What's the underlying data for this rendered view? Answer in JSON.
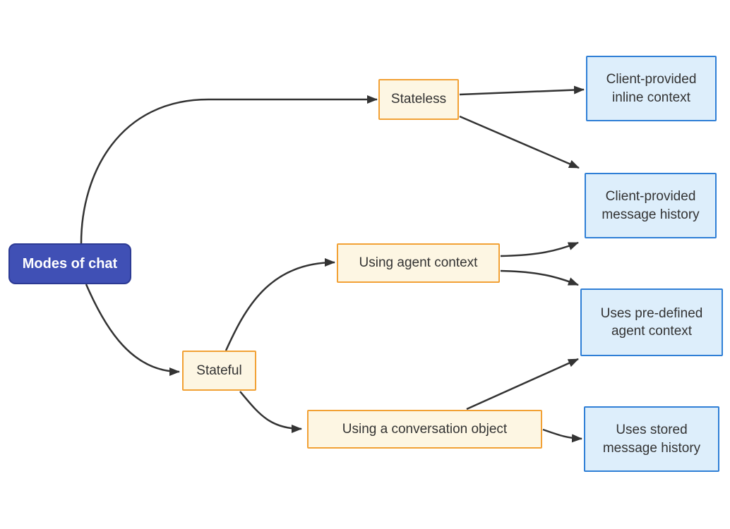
{
  "diagram": {
    "title": "Modes of chat",
    "colors": {
      "root_fill": "#4050b5",
      "root_border": "#2c3a94",
      "root_text": "#ffffff",
      "warm_fill": "#fdf6e3",
      "warm_border": "#f2a135",
      "cool_fill": "#ddeefb",
      "cool_border": "#2f7fd6",
      "node_text": "#333333",
      "edge_color": "#333333",
      "background": "#ffffff"
    },
    "nodes": {
      "root": {
        "label": "Modes of chat"
      },
      "stateless": {
        "label": "Stateless"
      },
      "stateful": {
        "label": "Stateful"
      },
      "client_inline": {
        "label": "Client-provided inline context"
      },
      "client_history": {
        "label": "Client-provided message history"
      },
      "agent_context": {
        "label": "Using agent context"
      },
      "conversation": {
        "label": "Using a conversation object"
      },
      "pre_defined": {
        "label": "Uses pre-defined agent context"
      },
      "stored_history": {
        "label": "Uses stored message history"
      }
    },
    "edges": [
      {
        "from": "Modes of chat",
        "to": "Stateless"
      },
      {
        "from": "Modes of chat",
        "to": "Stateful"
      },
      {
        "from": "Stateless",
        "to": "Client-provided inline context"
      },
      {
        "from": "Stateless",
        "to": "Client-provided message history"
      },
      {
        "from": "Stateful",
        "to": "Using agent context"
      },
      {
        "from": "Stateful",
        "to": "Using a conversation object"
      },
      {
        "from": "Using agent context",
        "to": "Client-provided message history"
      },
      {
        "from": "Using agent context",
        "to": "Uses pre-defined agent context"
      },
      {
        "from": "Using a conversation object",
        "to": "Uses pre-defined agent context"
      },
      {
        "from": "Using a conversation object",
        "to": "Uses stored message history"
      }
    ]
  }
}
